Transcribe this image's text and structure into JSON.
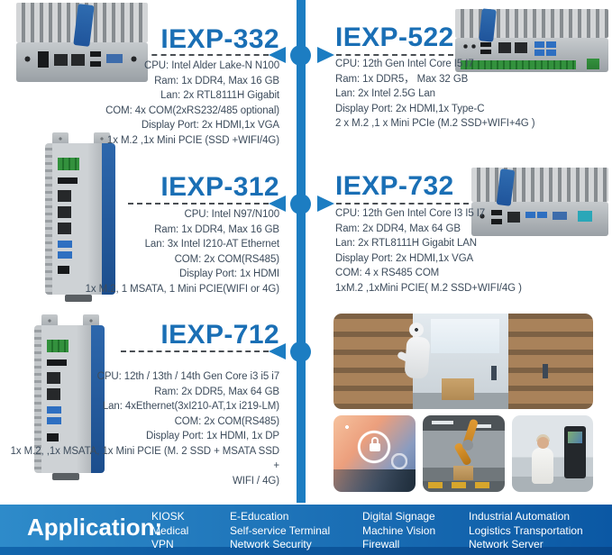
{
  "colors": {
    "accent_blue": "#1c7dc2",
    "title_blue": "#1a6fb5",
    "spec_text": "#3d4c5c",
    "dash_gray": "#4a4f54",
    "bar_gradient_left": "#2e8bca",
    "bar_gradient_right": "#0b58a4"
  },
  "products": [
    {
      "title": "IEXP-332",
      "specs": [
        "CPU: Intel Alder Lake-N N100",
        "Ram: 1x DDR4, Max 16 GB",
        "Lan: 2x RTL8111H Gigabit",
        "COM: 4x COM(2xRS232/485 optional)",
        "Display Port: 2x HDMI,1x VGA",
        "1x M.2 ,1x Mini PCIE (SSD +WIFI/4G)"
      ]
    },
    {
      "title": "IEXP-522",
      "specs": [
        "CPU: 12th Gen Intel Core I5 I7",
        "Ram: 1x DDR5， Max 32 GB",
        "Lan: 2x Intel 2.5G Lan",
        "Display Port: 2x HDMI,1x Type-C",
        "2 x M.2 ,1 x Mini PCIe (M.2 SSD+WIFI+4G )"
      ]
    },
    {
      "title": "IEXP-312",
      "specs": [
        "CPU: Intel N97/N100",
        "Ram: 1x DDR4, Max 16 GB",
        "Lan: 3x Intel I210-AT Ethernet",
        "COM: 2x COM(RS485)",
        "Display Port: 1x HDMI",
        "1x M.2, 1 MSATA, 1 Mini PCIE(WIFI or 4G)"
      ]
    },
    {
      "title": "IEXP-732",
      "specs": [
        "CPU: 12th Gen Intel Core I3 I5 I7",
        "Ram: 2x DDR4, Max 64 GB",
        "Lan: 2x RTL8111H Gigabit LAN",
        "Display Port: 2x HDMI,1x VGA",
        "COM: 4 x RS485 COM",
        "1xM.2 ,1xMini PCIE( M.2 SSD+WIFI/4G )"
      ]
    },
    {
      "title": "IEXP-712",
      "specs": [
        "CPU: 12th / 13th / 14th Gen Core i3 i5 i7",
        "Ram: 2x DDR5, Max 64 GB",
        "Lan: 4xEthernet(3xI210-AT,1x i219-LM)",
        "COM: 2x COM(RS485)",
        "Display Port: 1x HDMI, 1x DP",
        "1x M.2, ,1x MSATA, 1x Mini PCIE (M. 2 SSD + MSATA SSD +",
        "WIFI / 4G)"
      ]
    }
  ],
  "application": {
    "label": "Application:",
    "columns": [
      [
        "KIOSK",
        "Medical",
        "VPN"
      ],
      [
        "E-Education",
        "Self-service Terminal",
        "Network Security"
      ],
      [
        "Digital Signage",
        "Machine Vision",
        "Firewall"
      ],
      [
        "Industrial Automation",
        "Logistics Transportation",
        "Network Server"
      ]
    ]
  }
}
